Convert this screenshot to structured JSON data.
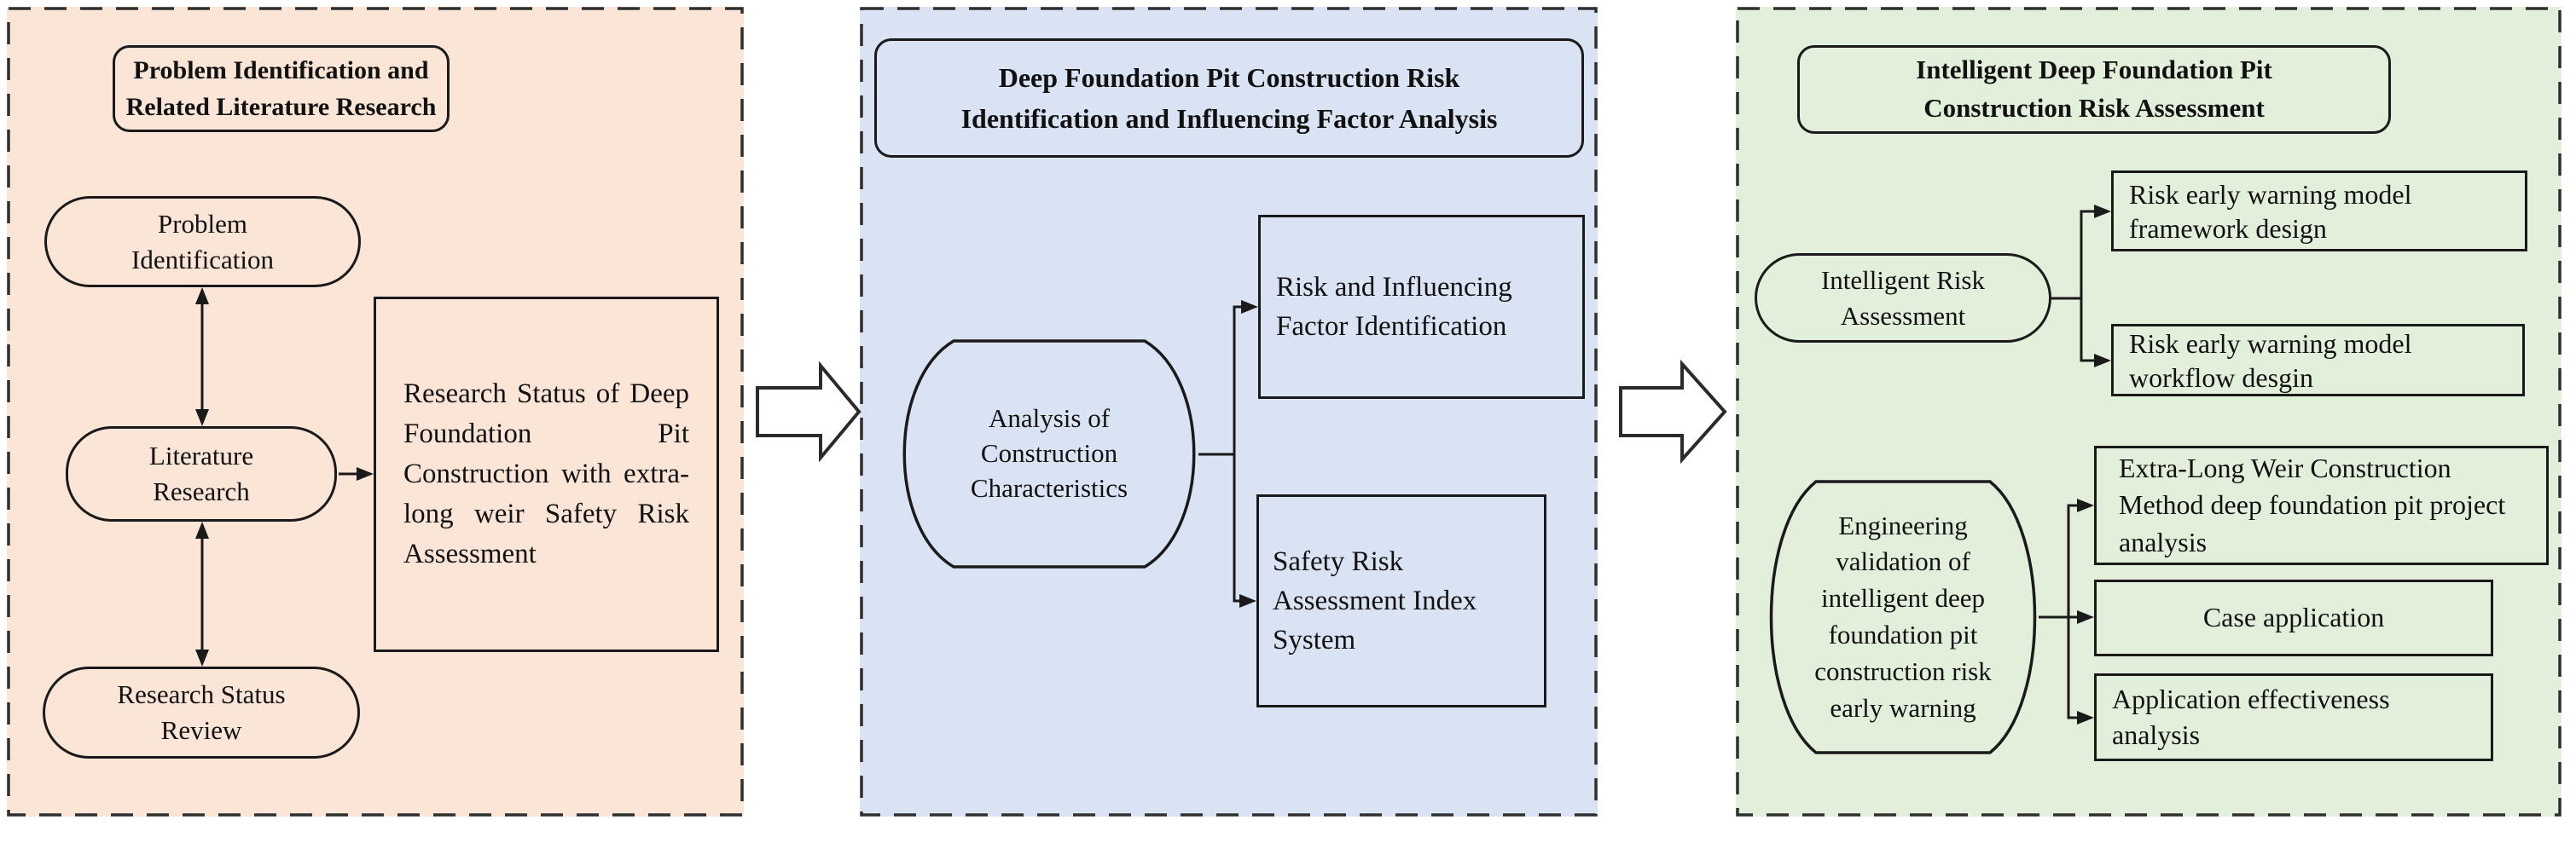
{
  "colors": {
    "left_bg": "#FBE5D6",
    "middle_bg": "#DAE3F3",
    "right_bg": "#E2EFDA",
    "stroke": "#1a1a1a"
  },
  "diagram": {
    "left": {
      "title": "Problem Identification and\nRelated Literature Research",
      "node_problem": "Problem\nIdentification",
      "node_literature": "Literature\nResearch",
      "node_review": "Research Status\nReview",
      "box_status": "Research Status of Deep Foundation Pit Construction with extra-long weir Safety Risk Assessment"
    },
    "middle": {
      "title": "Deep Foundation Pit Construction Risk\nIdentification and Influencing Factor Analysis",
      "node_analysis": "Analysis of Construction Characteristics",
      "box_risk_identification": "Risk and Influencing Factor Identification",
      "box_index_system": "Safety Risk Assessment Index System"
    },
    "right": {
      "title": "Intelligent Deep Foundation Pit\nConstruction Risk Assessment",
      "node_intelligent": "Intelligent Risk\nAssessment",
      "box_framework": "Risk early warning model framework design",
      "box_workflow": "Risk early warning model workflow desgin",
      "node_engineering": "Engineering validation of intelligent deep foundation pit construction risk early warning",
      "box_extra_long": "Extra-Long Weir Construction Method deep foundation pit project analysis",
      "box_case": "Case application",
      "box_effectiveness": "Application effectiveness analysis"
    }
  }
}
